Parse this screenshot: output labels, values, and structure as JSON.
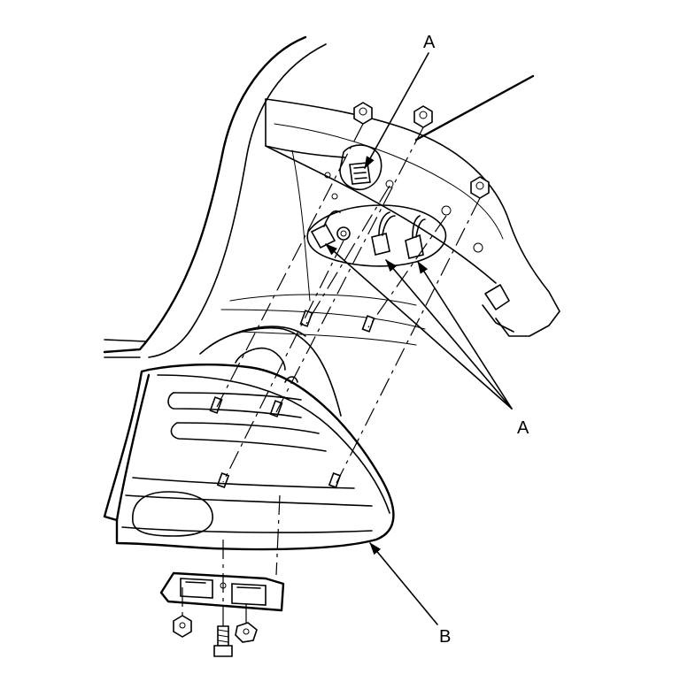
{
  "callouts": {
    "a_top": "A",
    "a_right": "A",
    "b_bottom": "B"
  },
  "colors": {
    "line": "#000000",
    "background": "#ffffff"
  }
}
